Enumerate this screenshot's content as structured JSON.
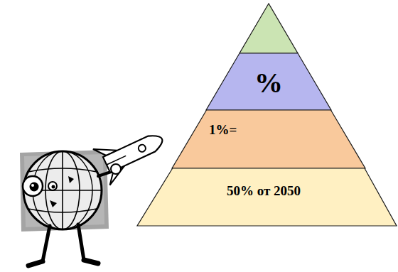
{
  "diagram": {
    "nodes": [
      {
        "text": [
          "%"
        ]
      },
      {
        "text": [
          "1%="
        ]
      },
      {
        "text": [
          "50% от 2050"
        ]
      }
    ]
  }
}
